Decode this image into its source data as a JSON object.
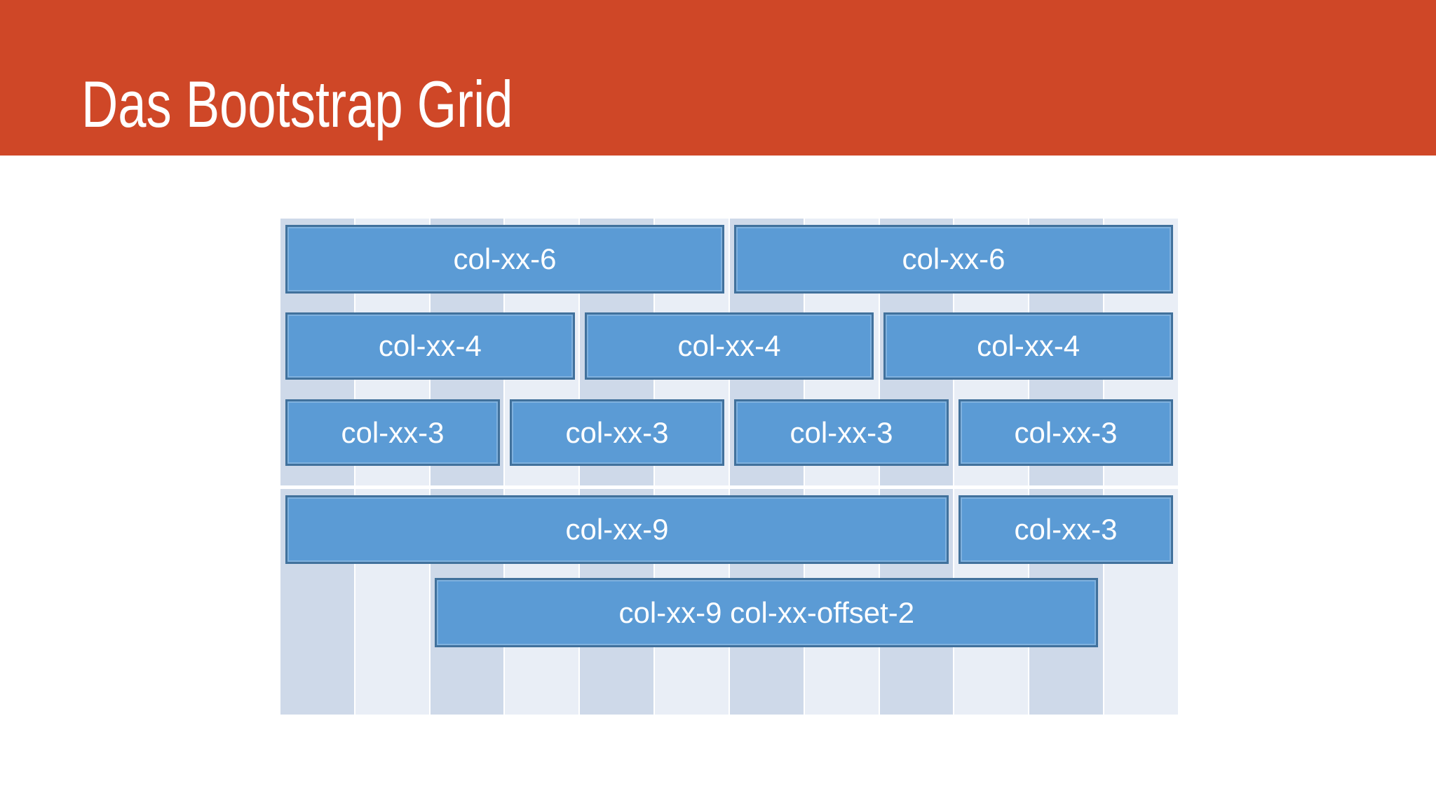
{
  "slide": {
    "title": "Das Bootstrap Grid"
  },
  "theme": {
    "canvas_bg": "#FFFFFF",
    "header_bg": "#CF4727",
    "title_color": "#FFFFFF",
    "box_fill": "#5B9BD5",
    "box_border": "#41719C",
    "box_text": "#FFFFFF",
    "stripe_dark": "#CED9E9",
    "stripe_light": "#E9EEF6"
  },
  "grid": {
    "columns": 12,
    "rows": [
      {
        "cells": [
          {
            "label": "col-xx-6",
            "span": 6
          },
          {
            "label": "col-xx-6",
            "span": 6
          }
        ]
      },
      {
        "cells": [
          {
            "label": "col-xx-4",
            "span": 4
          },
          {
            "label": "col-xx-4",
            "span": 4
          },
          {
            "label": "col-xx-4",
            "span": 4
          }
        ]
      },
      {
        "cells": [
          {
            "label": "col-xx-3",
            "span": 3
          },
          {
            "label": "col-xx-3",
            "span": 3
          },
          {
            "label": "col-xx-3",
            "span": 3
          },
          {
            "label": "col-xx-3",
            "span": 3
          }
        ]
      },
      {
        "cells": [
          {
            "label": "col-xx-9",
            "span": 9
          },
          {
            "label": "col-xx-3",
            "span": 3
          }
        ]
      },
      {
        "cells": [
          {
            "label": "col-xx-9 col-xx-offset-2",
            "span": 9,
            "offset": 2
          }
        ]
      }
    ]
  }
}
